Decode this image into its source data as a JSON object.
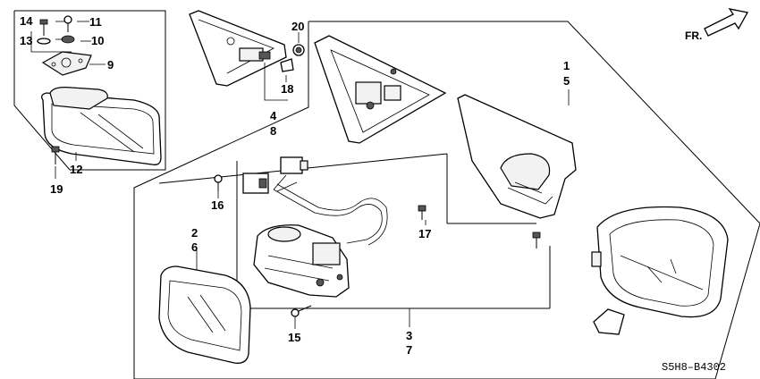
{
  "diagram": {
    "direction_label": "FR.",
    "drawing_code": "S5H8–B4302",
    "callouts": [
      {
        "id": "c14",
        "text": "14"
      },
      {
        "id": "c11",
        "text": "11"
      },
      {
        "id": "c13",
        "text": "13"
      },
      {
        "id": "c10",
        "text": "10"
      },
      {
        "id": "c9",
        "text": "9"
      },
      {
        "id": "c12",
        "text": "12"
      },
      {
        "id": "c19",
        "text": "19"
      },
      {
        "id": "c20",
        "text": "20"
      },
      {
        "id": "c18",
        "text": "18"
      },
      {
        "id": "c4",
        "text": "4"
      },
      {
        "id": "c8",
        "text": "8"
      },
      {
        "id": "c1",
        "text": "1"
      },
      {
        "id": "c5",
        "text": "5"
      },
      {
        "id": "c16",
        "text": "16"
      },
      {
        "id": "c17",
        "text": "17"
      },
      {
        "id": "c2",
        "text": "2"
      },
      {
        "id": "c6",
        "text": "6"
      },
      {
        "id": "c15",
        "text": "15"
      },
      {
        "id": "c3",
        "text": "3"
      },
      {
        "id": "c7",
        "text": "7"
      }
    ]
  }
}
